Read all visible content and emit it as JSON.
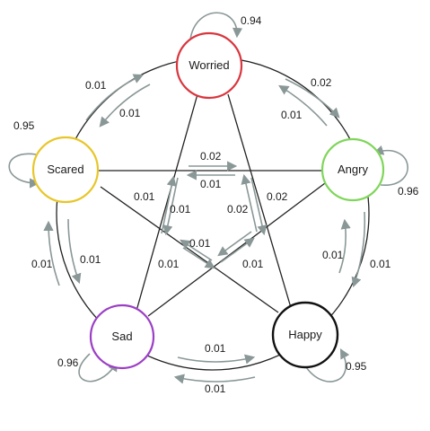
{
  "diagram": {
    "states": [
      {
        "id": "worried",
        "label": "Worried",
        "color": "#d9363e"
      },
      {
        "id": "angry",
        "label": "Angry",
        "color": "#7fd65a"
      },
      {
        "id": "happy",
        "label": "Happy",
        "color": "#111111"
      },
      {
        "id": "sad",
        "label": "Sad",
        "color": "#9b3fc6"
      },
      {
        "id": "scared",
        "label": "Scared",
        "color": "#e8c62a"
      }
    ],
    "self_loops": [
      {
        "state": "worried",
        "prob": "0.94"
      },
      {
        "state": "angry",
        "prob": "0.96"
      },
      {
        "state": "happy",
        "prob": "0.95"
      },
      {
        "state": "sad",
        "prob": "0.96"
      },
      {
        "state": "scared",
        "prob": "0.95"
      }
    ],
    "transitions": {
      "worried_to_angry": "0.02",
      "angry_to_worried": "0.01",
      "scared_to_worried": "0.01",
      "worried_to_scared": "0.01",
      "scared_to_angry": "0.02",
      "angry_to_scared": "0.01",
      "angry_to_happy": "0.01",
      "happy_to_angry": "0.01",
      "scared_to_sad": "0.01",
      "sad_to_scared": "0.01",
      "sad_to_happy": "0.01",
      "happy_to_sad": "0.01",
      "sad_to_worried": "0.01",
      "worried_to_sad": "0.01",
      "happy_to_worried": "0.02",
      "worried_to_happy": "0.02",
      "scared_to_happy": "0.01",
      "happy_to_scared": "0.01",
      "sad_to_angry": "0.01",
      "angry_to_sad": "0.01"
    }
  }
}
